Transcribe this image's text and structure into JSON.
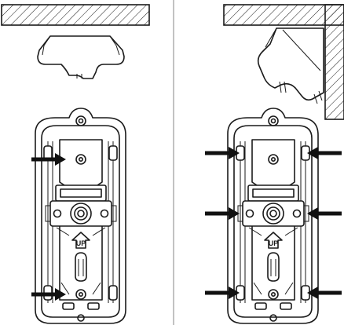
{
  "figure": {
    "up_label": "UP"
  },
  "panels": [
    {
      "id": "left",
      "mounting": "ceiling",
      "screw_points": 2
    },
    {
      "id": "right",
      "mounting": "corner",
      "screw_points": 6
    }
  ],
  "colors": {
    "ink": "#1a1a1a",
    "background": "#ffffff",
    "arrow": "#111111"
  }
}
